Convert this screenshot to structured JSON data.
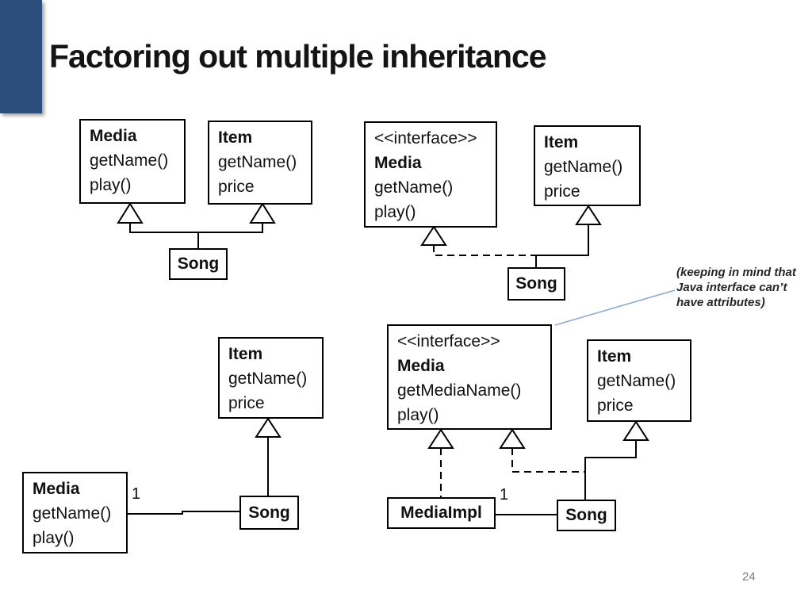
{
  "slide": {
    "title": "Factoring out multiple inheritance",
    "page_number": "24"
  },
  "colors": {
    "accent_bar": "#2B4E7C",
    "pointer_line": "#89A7CC",
    "page_number": "#7F7F7F",
    "box_border": "#000000"
  },
  "annotation": {
    "lines": [
      "(keeping in mind that",
      "Java interface can’t",
      "have attributes)"
    ]
  },
  "diagram1": {
    "media": {
      "name": "Media",
      "members": [
        "getName()",
        "play()"
      ]
    },
    "item": {
      "name": "Item",
      "members": [
        "getName()",
        "price"
      ]
    },
    "song": {
      "name": "Song"
    }
  },
  "diagram2": {
    "media": {
      "stereotype": "<<interface>>",
      "name": "Media",
      "members": [
        "getName()",
        "play()"
      ]
    },
    "item": {
      "name": "Item",
      "members": [
        "getName()",
        "price"
      ]
    },
    "song": {
      "name": "Song"
    }
  },
  "diagram3": {
    "item": {
      "name": "Item",
      "members": [
        "getName()",
        "price"
      ]
    },
    "media": {
      "name": "Media",
      "members": [
        "getName()",
        "play()"
      ]
    },
    "song": {
      "name": "Song"
    },
    "multiplicity": "1"
  },
  "diagram4": {
    "media": {
      "stereotype": "<<interface>>",
      "name": "Media",
      "members": [
        "getMediaName()",
        "play()"
      ]
    },
    "item": {
      "name": "Item",
      "members": [
        "getName()",
        "price"
      ]
    },
    "mediaimpl": {
      "name": "MediaImpl"
    },
    "song": {
      "name": "Song"
    },
    "multiplicity": "1"
  }
}
